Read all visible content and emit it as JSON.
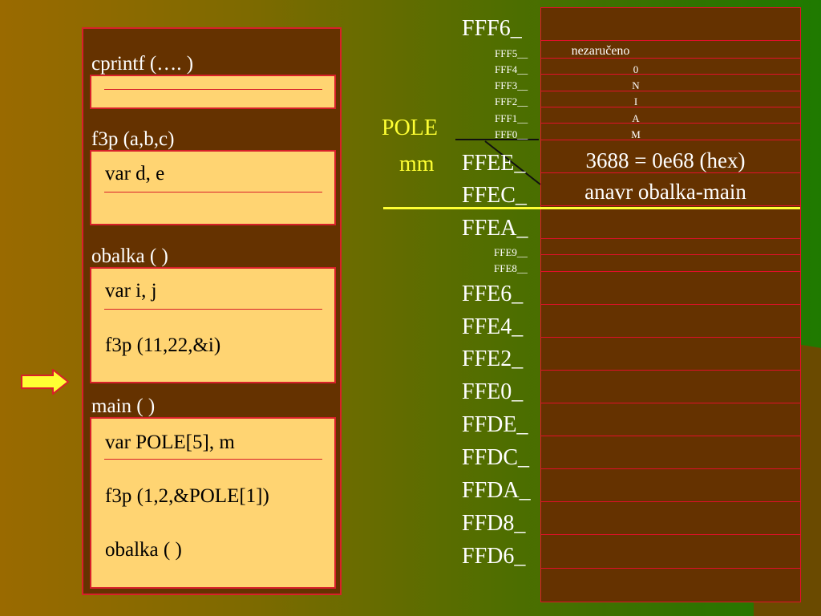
{
  "stack_frames": [
    {
      "name": "cprintf (…. )",
      "lines": []
    },
    {
      "name": "f3p (a,b,c)",
      "lines": [
        "var d, e"
      ]
    },
    {
      "name": "obalka ( )",
      "lines": [
        "var i, j",
        "f3p (11,22,&i)"
      ]
    },
    {
      "name": "main ( )",
      "lines": [
        "var POLE[5], m",
        "f3p (1,2,&POLE[1])",
        "obalka ( )"
      ]
    }
  ],
  "pointer_icon": "right-arrow-icon",
  "memory": {
    "addresses_large": [
      "FFF6_",
      "FFEE_",
      "FFEC_",
      "FFEA_",
      "FFE6_",
      "FFE4_",
      "FFE2_",
      "FFE0_",
      "FFDE_",
      "FFDC_",
      "FFDA_",
      "FFD8_",
      "FFD6_"
    ],
    "addresses_small": [
      "FFF5__",
      "FFF4__",
      "FFF3__",
      "FFF2__",
      "FFF1__",
      "FFF0__",
      "FFE9__",
      "FFE8__"
    ],
    "cells_small": [
      "nezaručeno",
      "0",
      "N",
      "I",
      "A",
      "M"
    ],
    "cells_large": [
      "3688 = 0e68 (hex)",
      "anavr obalka-main"
    ],
    "var_labels": [
      "POLE",
      "mm"
    ]
  },
  "colors": {
    "highlight": "#ffff33",
    "border": "#d8202a",
    "box": "#ffd472",
    "frame": "#653200"
  }
}
